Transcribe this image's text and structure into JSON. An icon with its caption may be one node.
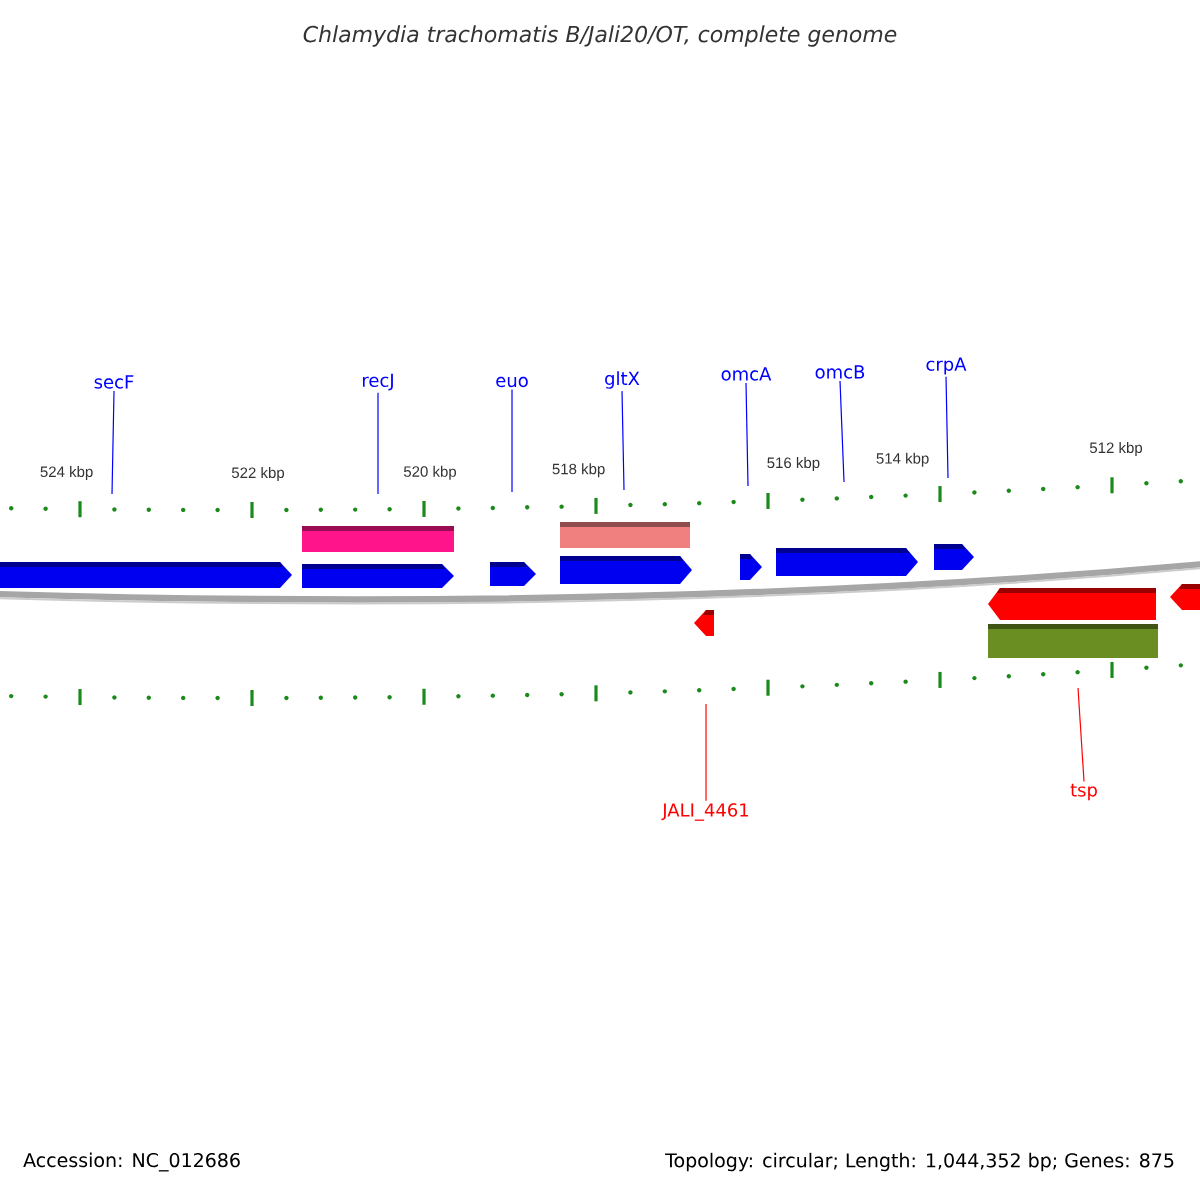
{
  "diagram": {
    "title": "Chlamydia trachomatis B/Jali20/OT, complete genome",
    "nodes": [
      {
        "text": [
          "secF"
        ]
      },
      {
        "text": [
          "recJ"
        ]
      },
      {
        "text": [
          "euo"
        ]
      },
      {
        "text": [
          "gltX"
        ]
      },
      {
        "text": [
          "omcA"
        ]
      },
      {
        "text": [
          "omcB"
        ]
      },
      {
        "text": [
          "crpA"
        ]
      },
      {
        "text": [
          "JALI_4461"
        ]
      },
      {
        "text": [
          "tsp"
        ]
      }
    ],
    "edges": [
      {
        "from": 0,
        "to": null,
        "arrow": "none"
      },
      {
        "from": 1,
        "to": null,
        "arrow": "none"
      },
      {
        "from": 2,
        "to": null,
        "arrow": "none"
      },
      {
        "from": 3,
        "to": null,
        "arrow": "none"
      },
      {
        "from": 4,
        "to": null,
        "arrow": "none"
      },
      {
        "from": 5,
        "to": null,
        "arrow": "none"
      },
      {
        "from": 6,
        "to": null,
        "arrow": "none"
      },
      {
        "from": 7,
        "to": null,
        "arrow": "none",
        "color": "#ff0000"
      },
      {
        "from": 8,
        "to": null,
        "arrow": "none",
        "color": "#ff0000"
      }
    ],
    "labels": [
      "524 kbp",
      "522 kbp",
      "520 kbp",
      "518 kbp",
      "516 kbp",
      "514 kbp",
      "512 kbp",
      "Accession: NC_012686",
      "Topology: circular; Length: 1,044,352 bp; Genes: 875"
    ]
  }
}
